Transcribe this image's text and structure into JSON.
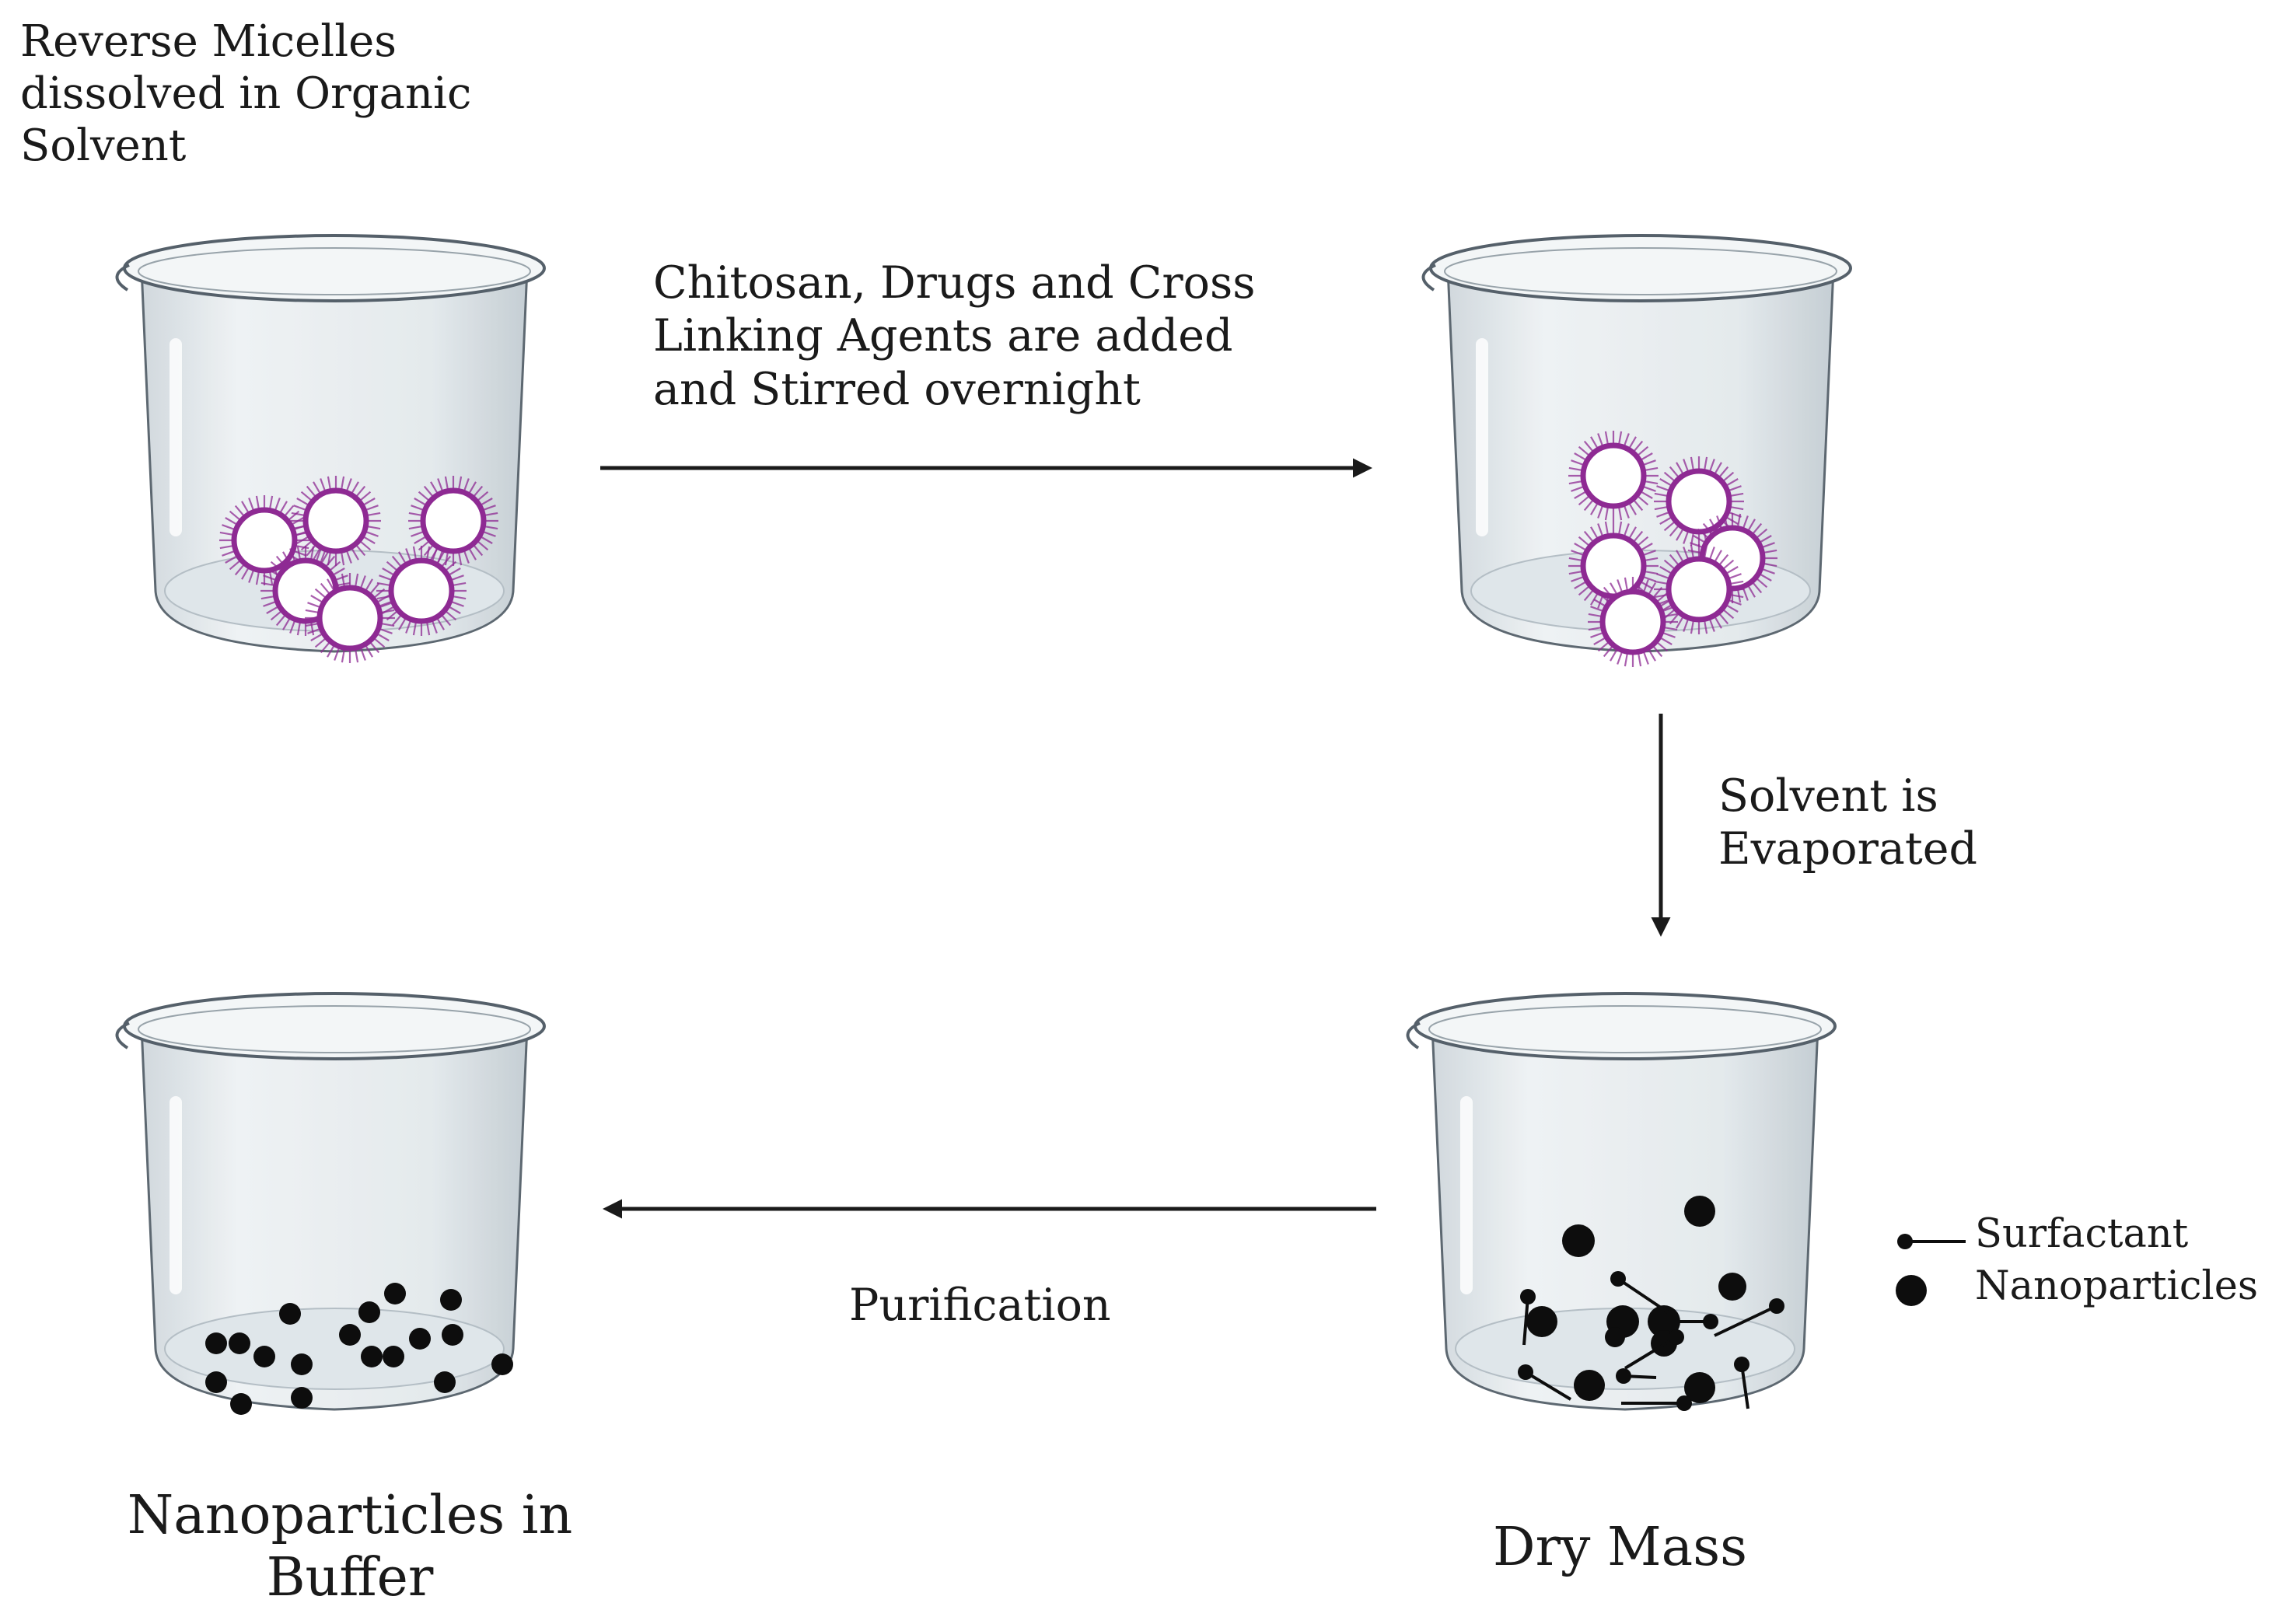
{
  "labels": {
    "start": "Reverse Micelles\ndissolved in Organic\nSolvent",
    "step_add": "Chitosan, Drugs and Cross\nLinking Agents are added\nand Stirred overnight",
    "step_evaporate": "Solvent is\nEvaporated",
    "step_purify": "Purification",
    "final_buffer": "Nanoparticles in\nBuffer",
    "final_dry": "Dry Mass"
  },
  "legend": {
    "surfactant": "Surfactant",
    "nanoparticles": "Nanoparticles"
  },
  "colors": {
    "micelle": "#8e2a93",
    "particle": "#0d0d0d",
    "beaker_fill": "#e6ebee",
    "beaker_stroke": "#55606a",
    "arrow": "#1a1a1a"
  }
}
